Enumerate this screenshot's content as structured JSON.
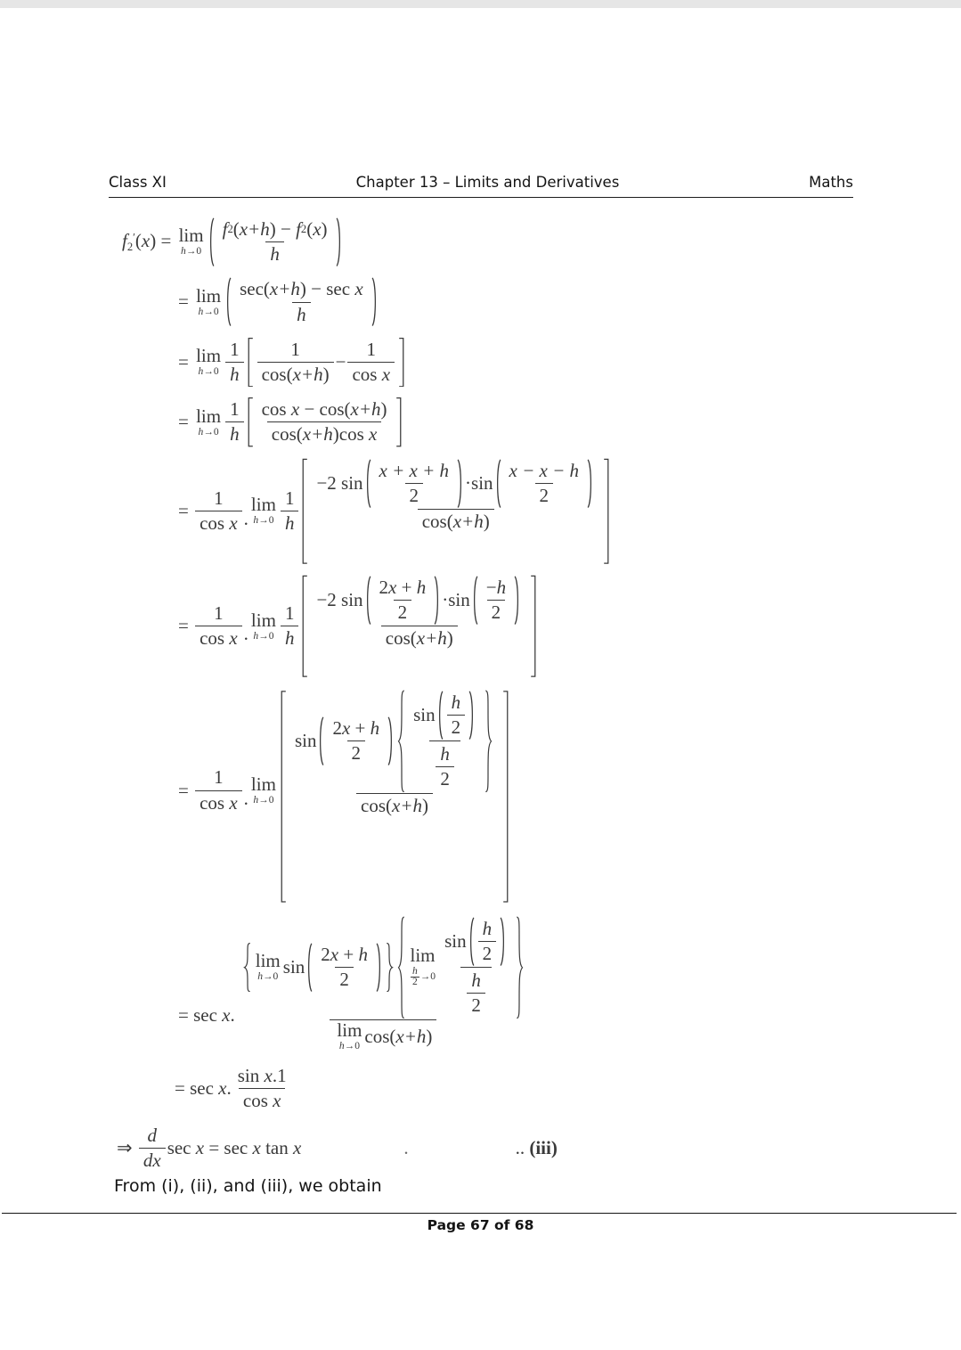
{
  "header": {
    "left": "Class XI",
    "center": "Chapter 13 – Limits and Derivatives",
    "right": "Maths"
  },
  "footer": {
    "page": "Page 67 of 68"
  },
  "body_text": {
    "conclusion": "From (i), (ii), and (iii), we obtain"
  },
  "c": {
    "eq": [
      [
        "= ",
        ""
      ]
    ],
    "lim": [
      [
        "lim",
        ""
      ]
    ],
    "h0": [
      [
        "h",
        "it"
      ],
      [
        "→0",
        ""
      ]
    ],
    "one": [
      [
        "1",
        ""
      ]
    ],
    "two": [
      [
        "2",
        ""
      ]
    ],
    "h": [
      [
        "h",
        "it"
      ]
    ],
    "cosx": [
      [
        "cos ",
        ""
      ],
      [
        "x",
        "it"
      ]
    ],
    "cosxh": [
      [
        "cos(",
        ""
      ],
      [
        "x+h",
        "it"
      ],
      [
        ")",
        ""
      ]
    ],
    "dot": [
      [
        ".",
        ""
      ]
    ],
    "sin": [
      [
        "sin",
        ""
      ]
    ],
    "m2sin": [
      [
        "−2 sin",
        ""
      ]
    ],
    "cdotsin": [
      [
        "·sin",
        ""
      ]
    ],
    "seclead": [
      [
        "= sec ",
        ""
      ],
      [
        "x",
        "it"
      ],
      [
        ".",
        ""
      ]
    ],
    "twoxh": [
      [
        "2",
        ""
      ],
      [
        "x",
        "it"
      ],
      [
        " + ",
        ""
      ],
      [
        "h",
        "it"
      ]
    ]
  },
  "e1": {
    "lead": [
      [
        "f",
        "it"
      ],
      [
        "2",
        "sb"
      ],
      [
        "′",
        "sp"
      ],
      [
        "(",
        ""
      ],
      [
        "x",
        "it"
      ],
      [
        ") = ",
        ""
      ]
    ],
    "num": [
      [
        "f",
        "it"
      ],
      [
        "2",
        "sb"
      ],
      [
        "(",
        ""
      ],
      [
        "x+h",
        "it"
      ],
      [
        ") − ",
        ""
      ],
      [
        "f",
        "it"
      ],
      [
        "2",
        "sb"
      ],
      [
        "(",
        ""
      ],
      [
        "x",
        "it"
      ],
      [
        ")",
        ""
      ]
    ]
  },
  "e2": {
    "num": [
      [
        "sec(",
        ""
      ],
      [
        "x+h",
        "it"
      ],
      [
        ") − sec ",
        ""
      ],
      [
        "x",
        "it"
      ]
    ]
  },
  "e3": {
    "minus": [
      [
        "−",
        ""
      ]
    ]
  },
  "e4": {
    "num": [
      [
        "cos ",
        ""
      ],
      [
        "x",
        "it"
      ],
      [
        " − cos(",
        ""
      ],
      [
        "x+h",
        "it"
      ],
      [
        ")",
        ""
      ]
    ],
    "den": [
      [
        "cos(",
        ""
      ],
      [
        "x+h",
        "it"
      ],
      [
        ")cos ",
        ""
      ],
      [
        "x",
        "it"
      ]
    ]
  },
  "e5": {
    "n1": [
      [
        "x + x + h",
        "it"
      ]
    ],
    "n2": [
      [
        "x − x − h",
        "it"
      ]
    ]
  },
  "e6": {
    "n2": [
      [
        "−",
        ""
      ],
      [
        "h",
        "it"
      ]
    ]
  },
  "e8": {
    "ar0": [
      [
        "→0",
        ""
      ]
    ]
  },
  "e9": {
    "num": [
      [
        "sin ",
        ""
      ],
      [
        "x",
        "it"
      ],
      [
        ".1",
        ""
      ]
    ]
  },
  "e10": {
    "pre": [
      [
        "⇒ ",
        ""
      ]
    ],
    "dn": [
      [
        "d",
        "it"
      ]
    ],
    "dd": [
      [
        "dx",
        "it"
      ]
    ],
    "post": [
      [
        "sec ",
        ""
      ],
      [
        "x",
        "it"
      ],
      [
        " = sec ",
        ""
      ],
      [
        "x",
        "it"
      ],
      [
        " tan ",
        ""
      ],
      [
        "x",
        "it"
      ]
    ],
    "dot": [
      [
        ".",
        ""
      ]
    ],
    "tag": [
      [
        ".. ",
        ""
      ],
      [
        "(iii)",
        "b"
      ]
    ]
  }
}
